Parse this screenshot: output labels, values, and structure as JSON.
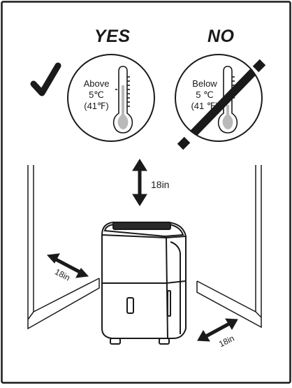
{
  "yes_panel": {
    "verdict": "YES",
    "temp_label": "Above",
    "celsius": "5℃",
    "fahrenheit": "(41℉)"
  },
  "no_panel": {
    "verdict": "NO",
    "temp_label": "Below",
    "celsius": "5 ℃",
    "fahrenheit": "(41 ℉)"
  },
  "clearances": {
    "top": "18in",
    "left": "18in",
    "right": "18in"
  },
  "colors": {
    "line": "#1a1a1a",
    "page": "#ffffff"
  }
}
